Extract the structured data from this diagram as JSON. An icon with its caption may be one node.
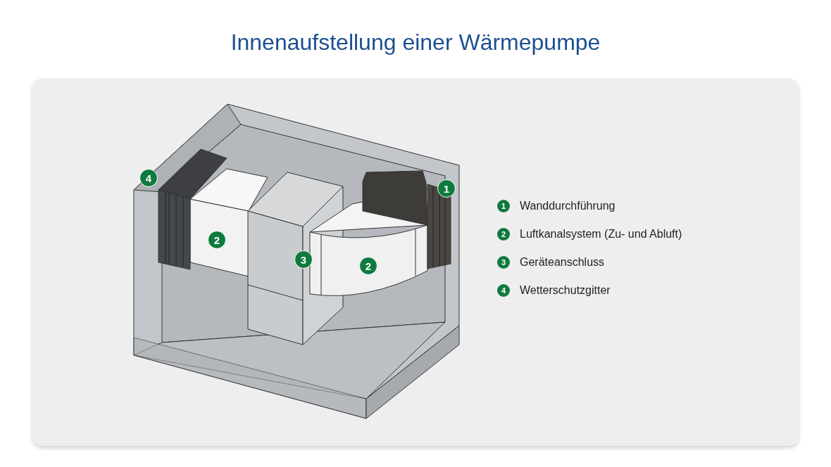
{
  "diagram": {
    "title": "Innenaufstellung einer Wärmepumpe",
    "labels": [
      "4",
      "1",
      "2",
      "3",
      "2",
      "1",
      "Wanddurchführung",
      "2",
      "Luftkanalsystem (Zu- und Abluft)",
      "3",
      "Geräteanschluss",
      "4",
      "Wetterschutzgitter"
    ]
  }
}
